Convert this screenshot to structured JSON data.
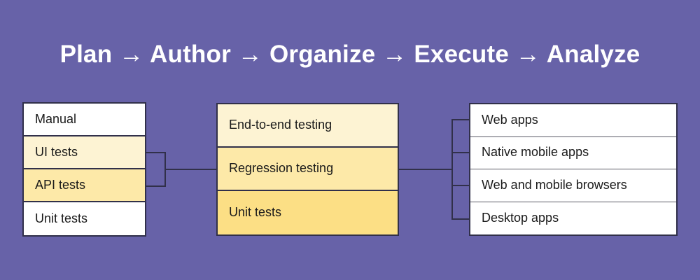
{
  "title": "Plan → Author → Organize → Execute → Analyze",
  "colors": {
    "background": "#6762a8",
    "stroke": "#31304a",
    "text": "#1a1a1a",
    "title_text": "#ffffff",
    "fill_white": "#ffffff",
    "fill_cream": "#fdf3d3",
    "fill_yellow": "#fde9a8",
    "fill_gold": "#fcdf85"
  },
  "columns": {
    "left": {
      "name": "test-approach-column",
      "items": [
        {
          "label": "Manual",
          "fill": "white"
        },
        {
          "label": "UI tests",
          "fill": "cream"
        },
        {
          "label": "API tests",
          "fill": "yellow"
        },
        {
          "label": "Unit tests",
          "fill": "white"
        }
      ]
    },
    "middle": {
      "name": "test-type-column",
      "items": [
        {
          "label": "End-to-end testing",
          "fill": "cream"
        },
        {
          "label": "Regression testing",
          "fill": "yellow"
        },
        {
          "label": "Unit tests",
          "fill": "gold"
        }
      ]
    },
    "right": {
      "name": "target-platform-column",
      "items": [
        {
          "label": "Web apps",
          "fill": "white"
        },
        {
          "label": "Native mobile apps",
          "fill": "white"
        },
        {
          "label": "Web and mobile browsers",
          "fill": "white"
        },
        {
          "label": "Desktop apps",
          "fill": "white"
        }
      ]
    }
  }
}
